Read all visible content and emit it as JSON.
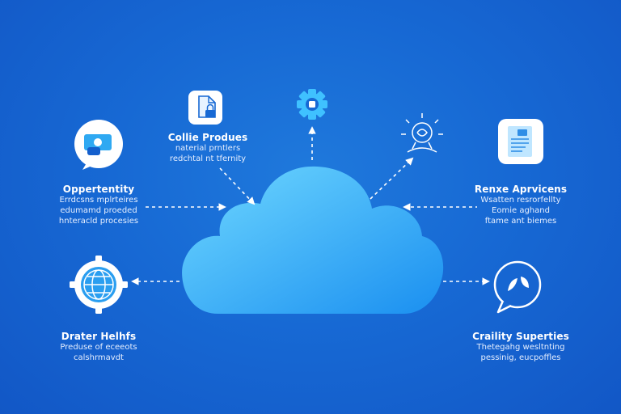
{
  "nodes": {
    "top_left": {
      "title": "Collie Produes",
      "lines": [
        "naterial prntlers",
        "redchtal nt tfernity"
      ]
    },
    "left_upper": {
      "title": "Oppertentity",
      "lines": [
        "Errdcsns mplrteires",
        "edumamd proeded",
        "hnteracld procesies"
      ]
    },
    "right_upper": {
      "title": "Renxe Aprvicens",
      "lines": [
        "Wsatten resrorfellty",
        "Eomie aghand",
        "ftame ant biemes"
      ]
    },
    "left_lower": {
      "title": "Drater Helhfs",
      "lines": [
        "Preduse of eceeots",
        "calshrmavdt"
      ]
    },
    "right_lower": {
      "title": "Craility Superties",
      "lines": [
        "Thetegahg wesltnting",
        "pessinig, eucpoffles"
      ]
    }
  },
  "icons": {
    "top_left": "document-lock-icon",
    "top_center": "gear-icon",
    "top_right": "lightbulb-idea-icon",
    "left_upper": "money-chat-icon",
    "right_upper": "document-icon",
    "left_lower": "globe-icon",
    "right_lower": "leaf-chat-icon"
  },
  "colors": {
    "background": "#1769d4",
    "cloud_light": "#5fd0ff",
    "cloud_dark": "#1a8ff0",
    "connector": "#ffffff"
  }
}
